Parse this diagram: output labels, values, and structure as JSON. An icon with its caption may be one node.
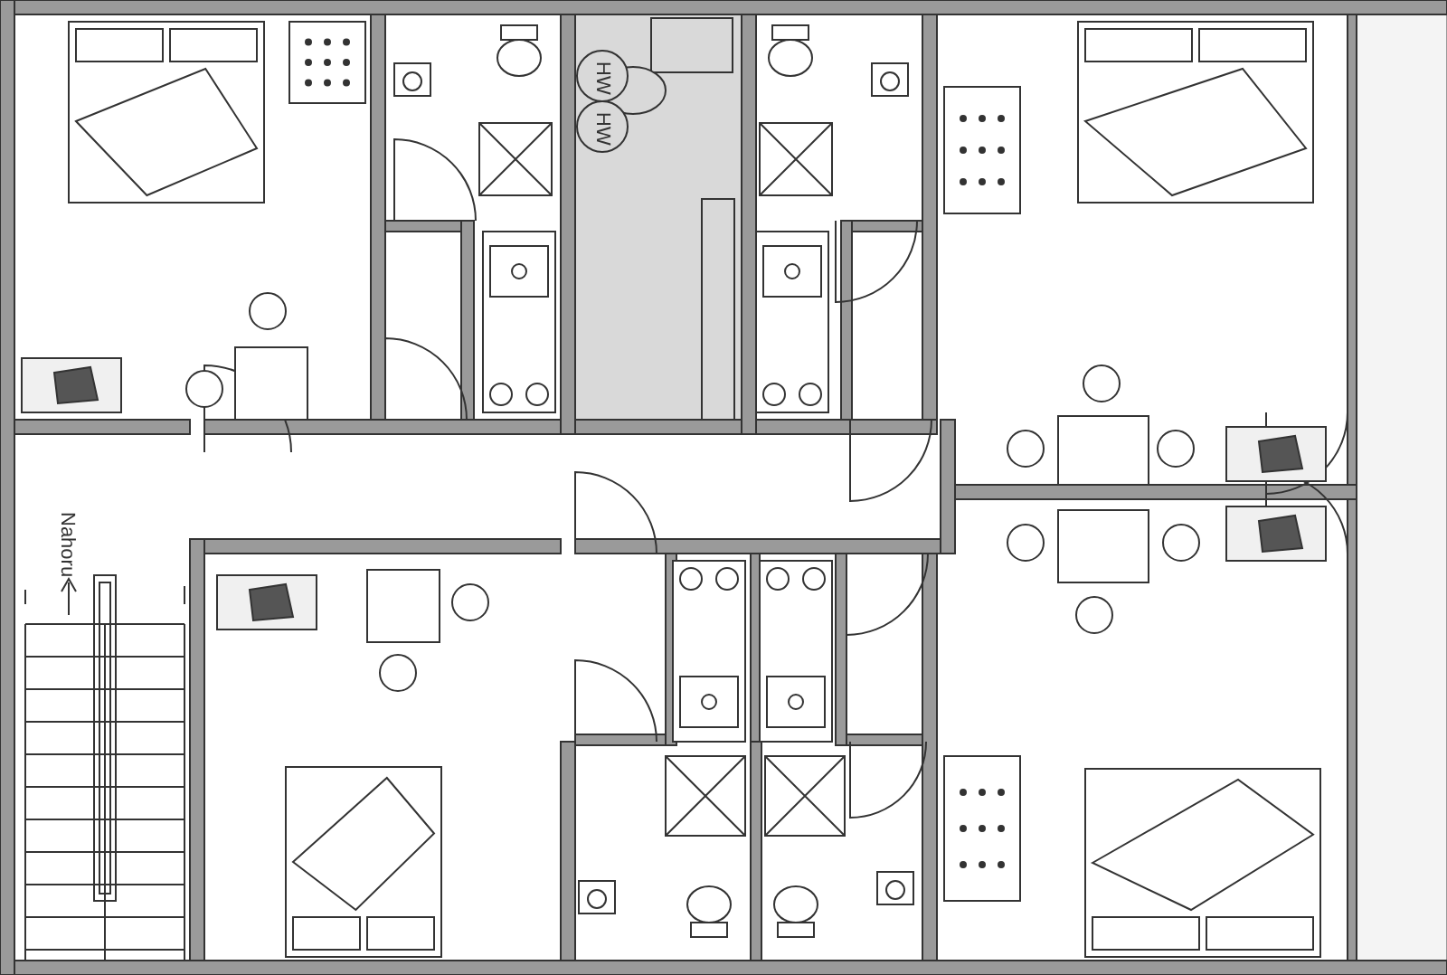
{
  "diagram": {
    "labels": [
      "HW",
      "HW",
      "Nahoru"
    ]
  }
}
